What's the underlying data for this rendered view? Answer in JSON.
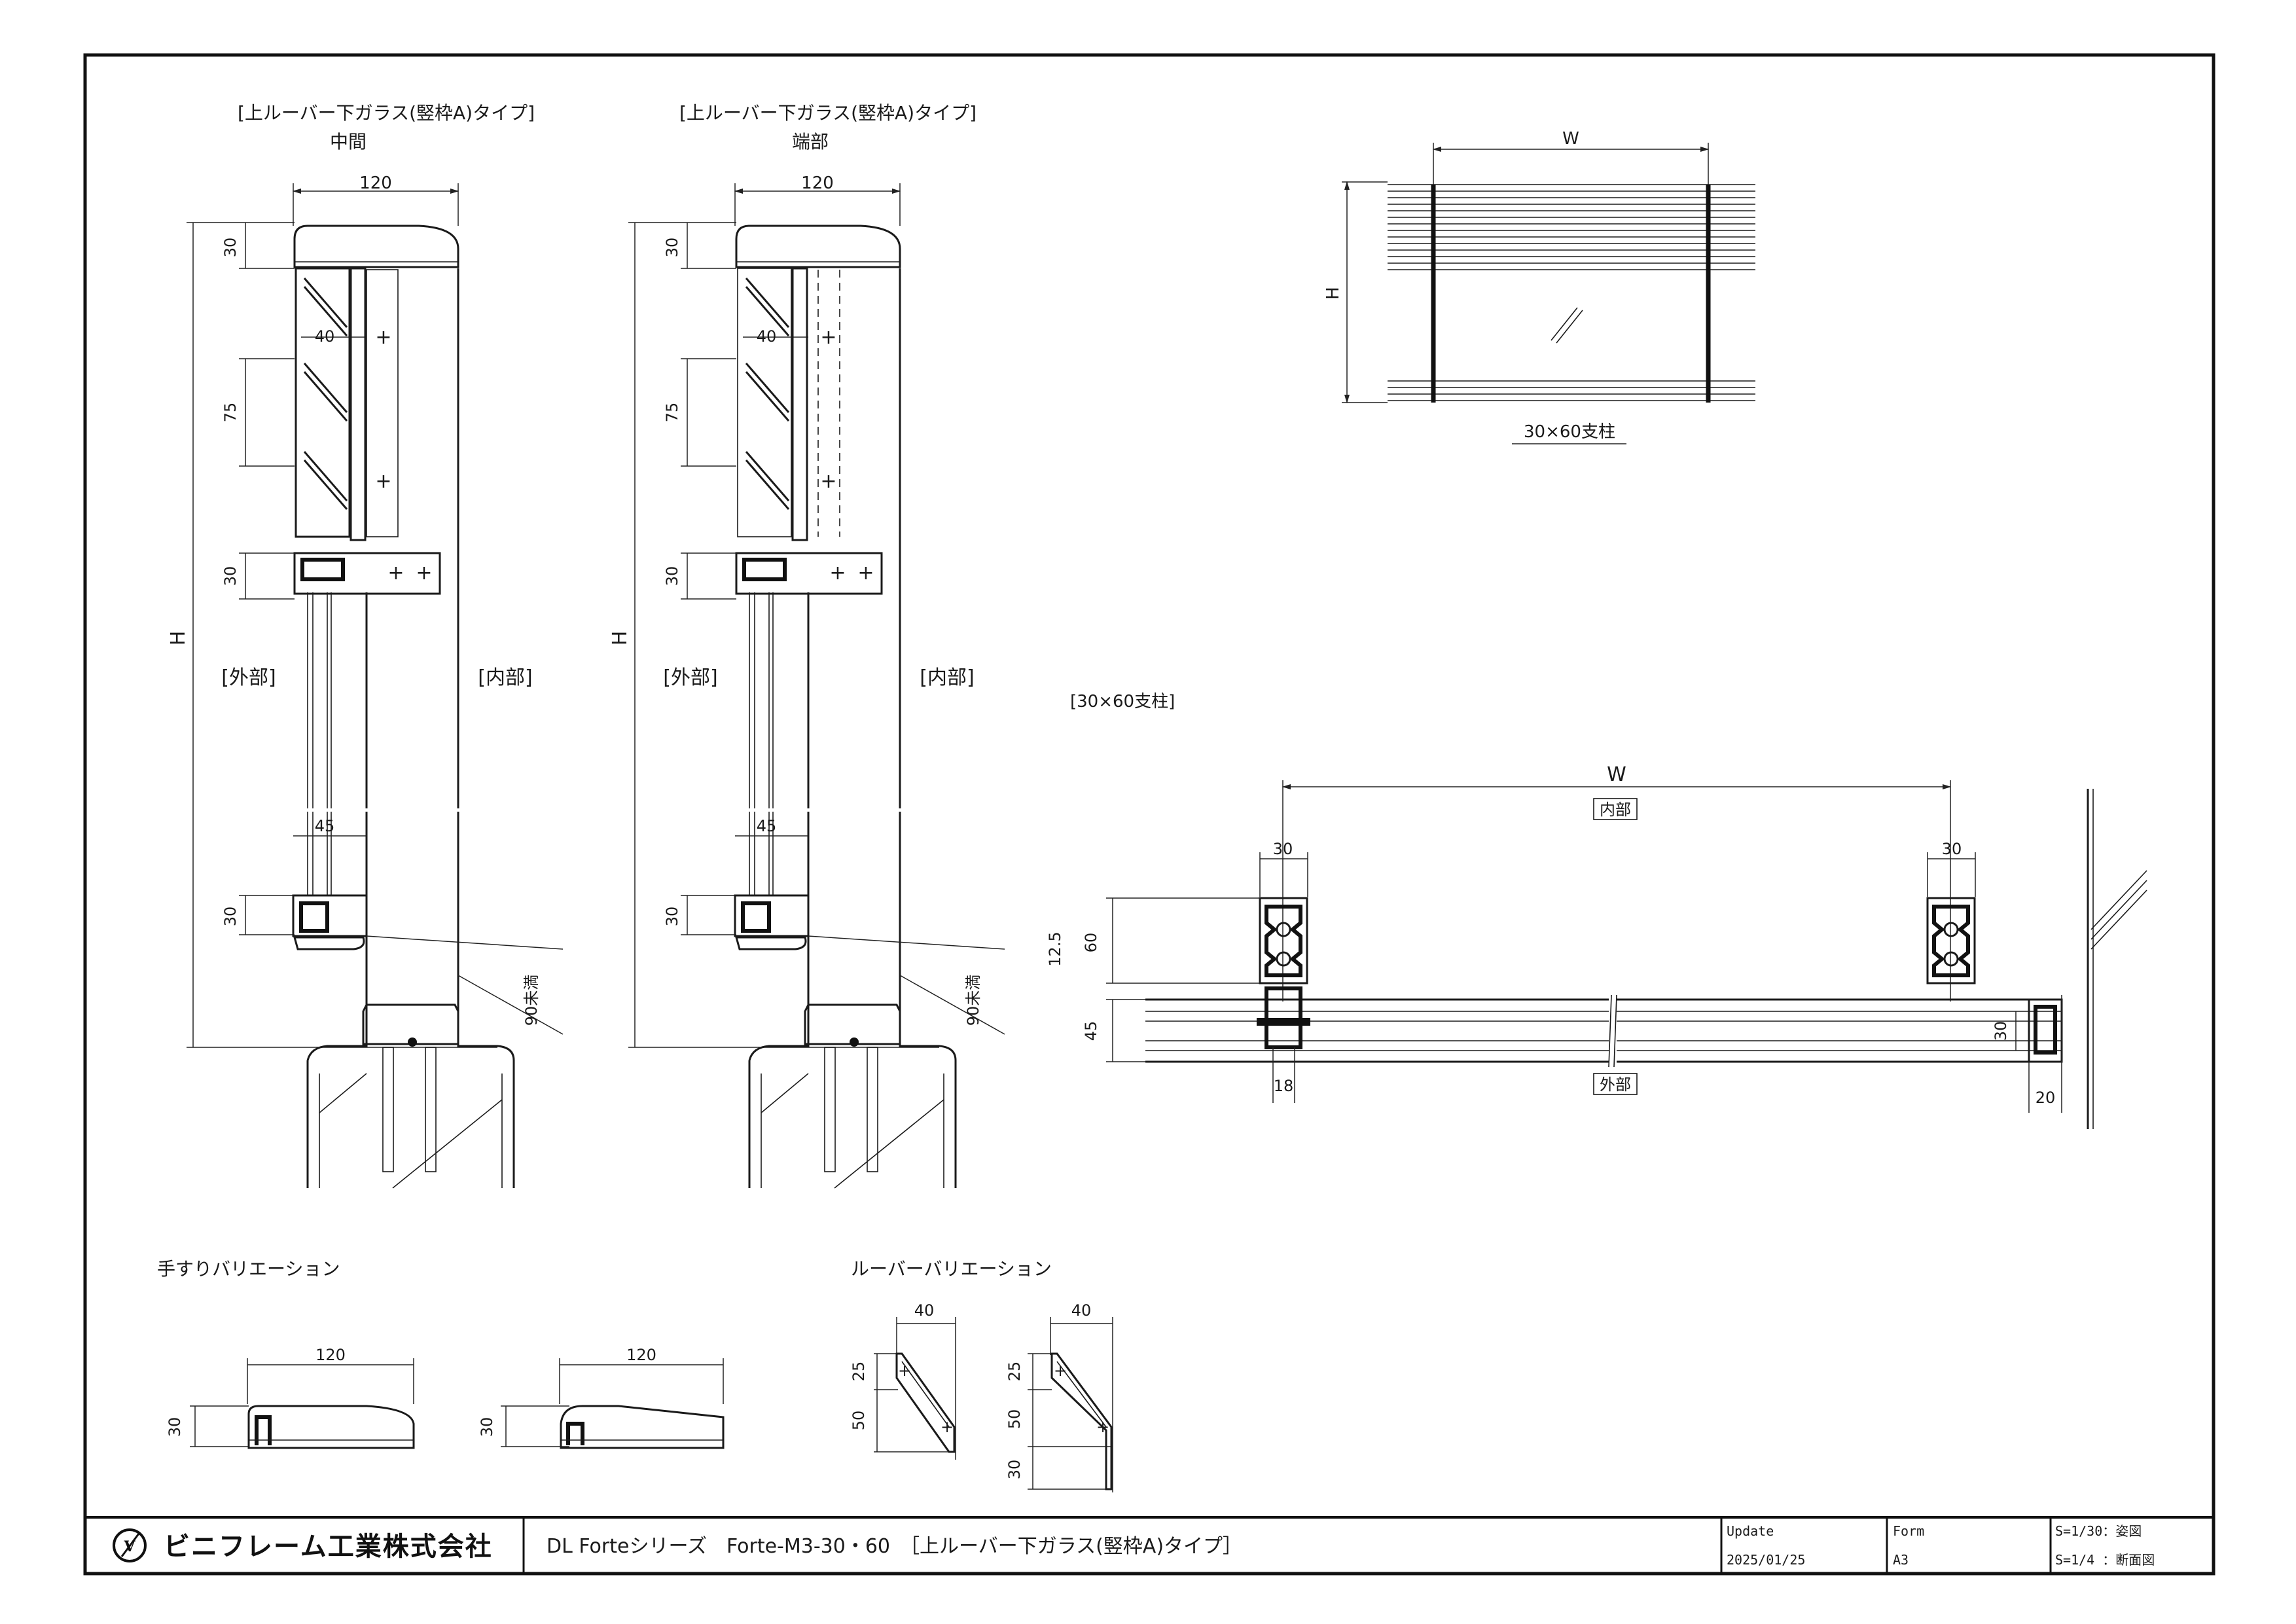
{
  "section_mid": {
    "title": "[上ルーバー下ガラス(竪枠A)タイプ]",
    "subtitle": "中間",
    "dim_width": "120",
    "dim_top": "30",
    "dim_louver": "40",
    "dim_pitch": "75",
    "dim_rail": "30",
    "dim_height": "H",
    "dim_bottom_w": "45",
    "dim_bottom_h": "30",
    "dim_embed": "90未満",
    "label_outer": "[外部]",
    "label_inner": "[内部]"
  },
  "section_end": {
    "title": "[上ルーバー下ガラス(竪枠A)タイプ]",
    "subtitle": "端部",
    "dim_width": "120",
    "dim_top": "30",
    "dim_louver": "40",
    "dim_pitch": "75",
    "dim_rail": "30",
    "dim_height": "H",
    "dim_bottom_w": "45",
    "dim_bottom_h": "30",
    "dim_embed": "90未満",
    "label_outer": "[外部]",
    "label_inner": "[内部]"
  },
  "elevation": {
    "dim_w": "W",
    "dim_h": "H",
    "post_label": "30×60支柱"
  },
  "plan": {
    "title": "[30×60支柱]",
    "dim_w": "W",
    "label_inner": "内部",
    "label_outer": "外部",
    "dim_post_left": "30",
    "dim_post_right": "30",
    "dim_12_5": "12.5",
    "dim_60": "60",
    "dim_45": "45",
    "dim_18": "18",
    "dim_30_side": "30",
    "dim_20": "20"
  },
  "handrail_variation": {
    "title": "手すりバリエーション",
    "items": [
      {
        "width": "120",
        "height": "30"
      },
      {
        "width": "120",
        "height": "30"
      }
    ]
  },
  "louver_variation": {
    "title": "ルーバーバリエーション",
    "items": [
      {
        "width": "40",
        "dims": [
          "25",
          "50"
        ]
      },
      {
        "width": "40",
        "dims": [
          "25",
          "50",
          "30"
        ]
      }
    ]
  },
  "title_block": {
    "company": "ビニフレーム工業株式会社",
    "logo_text": "ﾋﾞ",
    "drawing_title": "DL Forteシリーズ　Forte-M3-30・60　［上ルーバー下ガラス(竪枠A)タイプ］",
    "update_label": "Update",
    "update_value": "2025/01/25",
    "form_label": "Form",
    "form_value": "A3",
    "scale_1": "S=1/30：姿図",
    "scale_2": "S=1/4 ：断面図"
  }
}
